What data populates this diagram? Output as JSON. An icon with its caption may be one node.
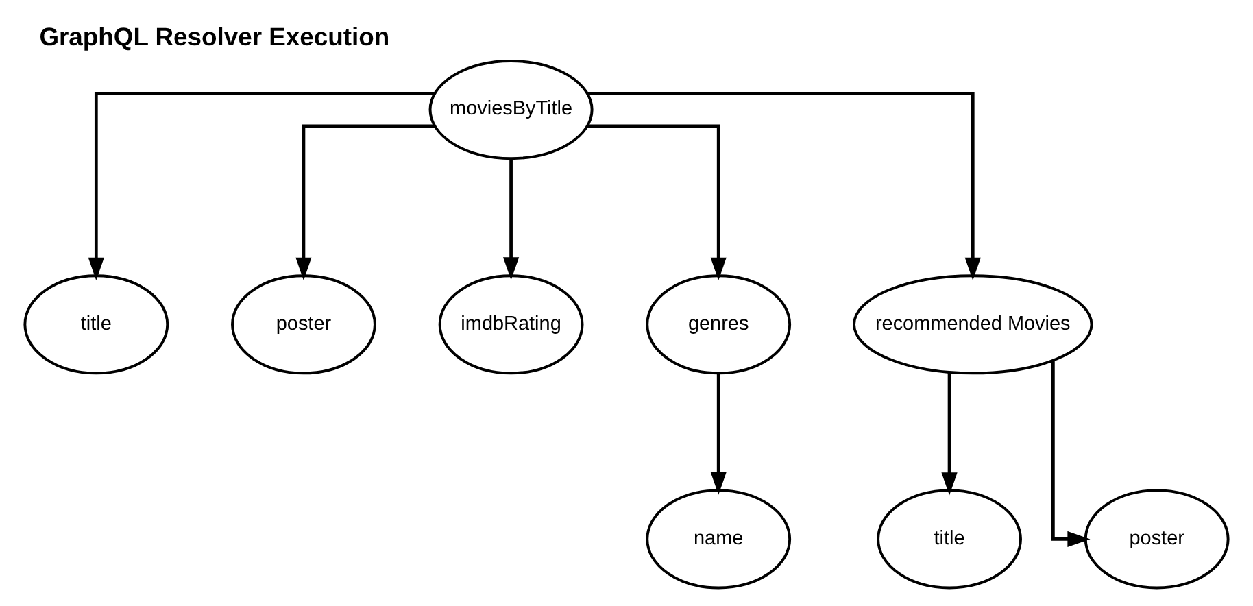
{
  "diagram": {
    "title": "GraphQL Resolver Execution",
    "nodes": [
      {
        "text": [
          "moviesByTitle"
        ]
      },
      {
        "text": [
          "title"
        ]
      },
      {
        "text": [
          "poster"
        ]
      },
      {
        "text": [
          "imdbRating"
        ]
      },
      {
        "text": [
          "genres"
        ]
      },
      {
        "text": [
          "recommended Movies"
        ]
      },
      {
        "text": [
          "name"
        ]
      },
      {
        "text": [
          "title"
        ]
      },
      {
        "text": [
          "poster"
        ]
      }
    ],
    "edges": [
      {
        "from": 0,
        "to": 1,
        "arrow": "to"
      },
      {
        "from": 0,
        "to": 2,
        "arrow": "to"
      },
      {
        "from": 0,
        "to": 3,
        "arrow": "to"
      },
      {
        "from": 0,
        "to": 4,
        "arrow": "to"
      },
      {
        "from": 0,
        "to": 5,
        "arrow": "to"
      },
      {
        "from": 4,
        "to": 6,
        "arrow": "to"
      },
      {
        "from": 5,
        "to": 7,
        "arrow": "to"
      },
      {
        "from": 5,
        "to": 8,
        "arrow": "to"
      }
    ]
  }
}
